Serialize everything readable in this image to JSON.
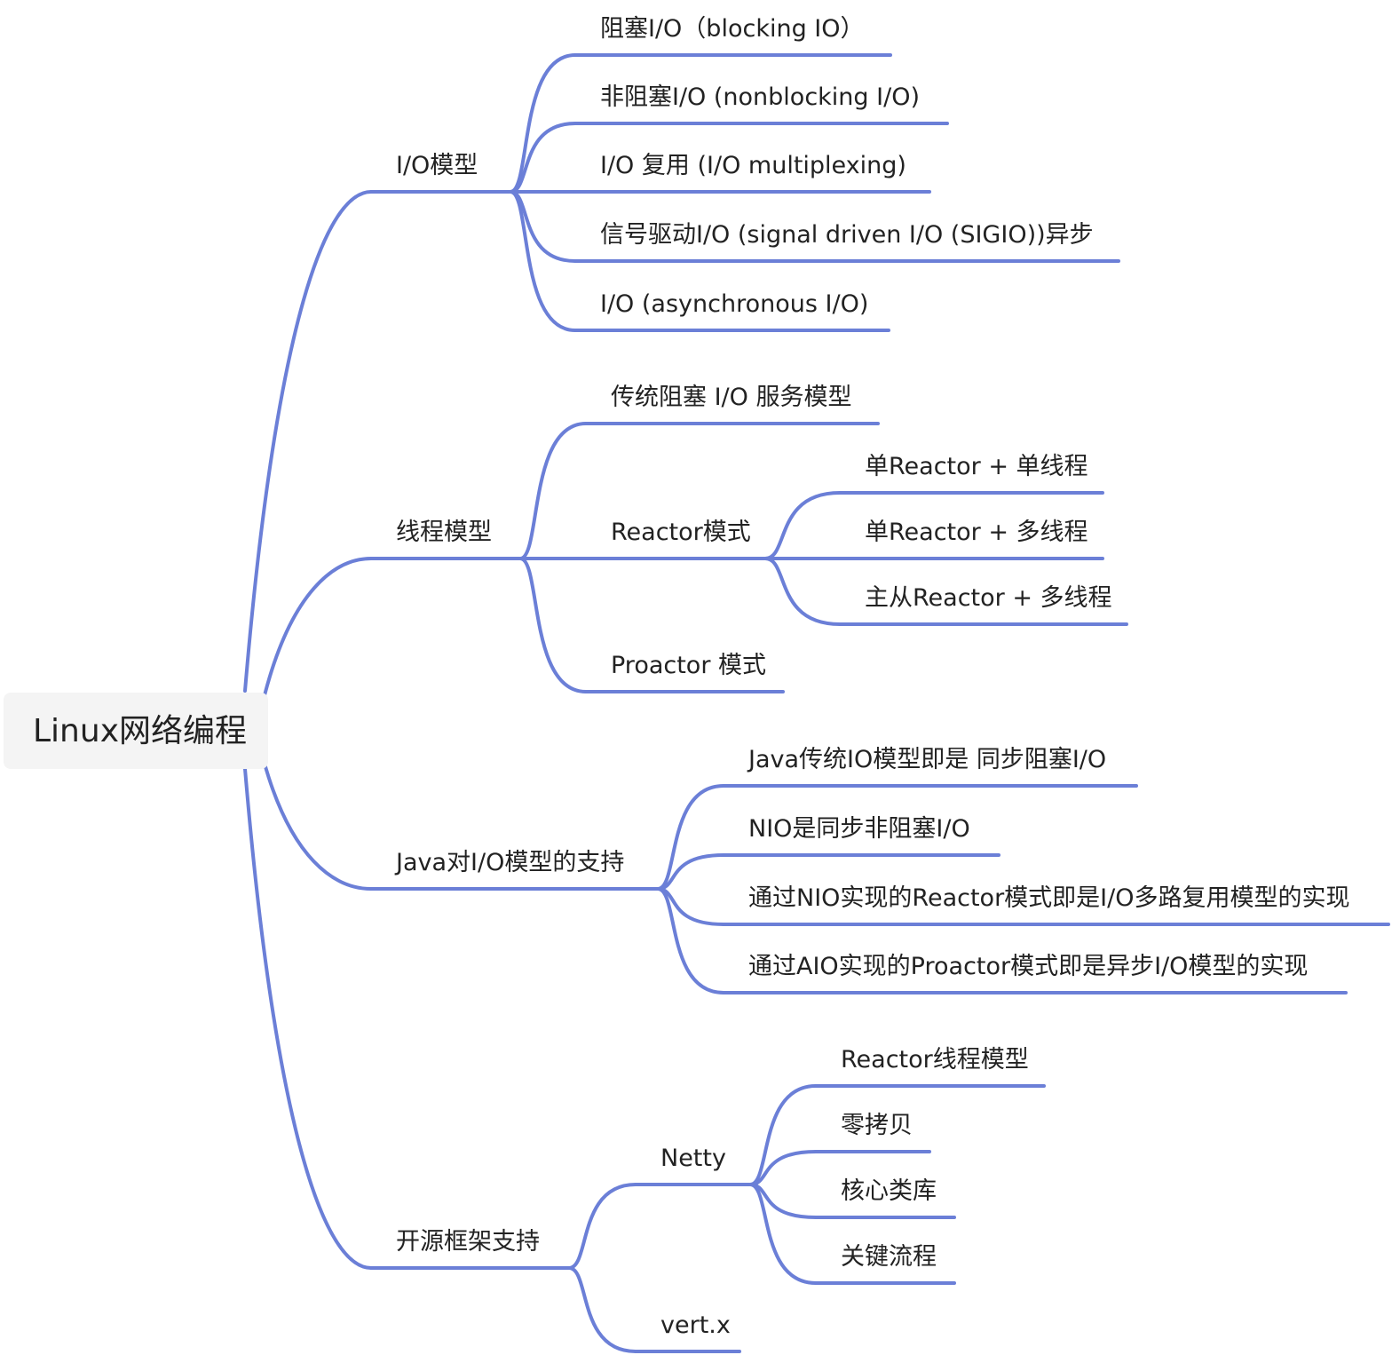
{
  "line_color": "#6b7fd7",
  "root_fill": "#f4f4f4",
  "root": {
    "label": "Linux网络编程"
  },
  "topics": [
    {
      "key": "io-model",
      "label": "I/O模型",
      "children": [
        {
          "key": "blocking",
          "label": "阻塞I/O（blocking IO）"
        },
        {
          "key": "nonblocking",
          "label": "非阻塞I/O (nonblocking I/O)"
        },
        {
          "key": "multiplexing",
          "label": "I/O 复用 (I/O multiplexing)"
        },
        {
          "key": "signal-driven",
          "label": "信号驱动I/O (signal driven I/O (SIGIO))异步"
        },
        {
          "key": "async",
          "label": "I/O (asynchronous I/O)"
        }
      ]
    },
    {
      "key": "thread-model",
      "label": "线程模型",
      "children": [
        {
          "key": "traditional",
          "label": "传统阻塞 I/O 服务模型"
        },
        {
          "key": "reactor",
          "label": "Reactor模式",
          "children": [
            {
              "key": "single-single",
              "label": "单Reactor + 单线程"
            },
            {
              "key": "single-multi",
              "label": "单Reactor + 多线程"
            },
            {
              "key": "master-slave",
              "label": "主从Reactor + 多线程"
            }
          ]
        },
        {
          "key": "proactor",
          "label": "Proactor 模式"
        }
      ]
    },
    {
      "key": "java-support",
      "label": "Java对I/O模型的支持",
      "children": [
        {
          "key": "java-bio",
          "label": "Java传统IO模型即是 同步阻塞I/O"
        },
        {
          "key": "java-nio",
          "label": "NIO是同步非阻塞I/O"
        },
        {
          "key": "nio-reactor",
          "label": "通过NIO实现的Reactor模式即是I/O多路复用模型的实现"
        },
        {
          "key": "aio-proactor",
          "label": "通过AIO实现的Proactor模式即是异步I/O模型的实现"
        }
      ]
    },
    {
      "key": "frameworks",
      "label": "开源框架支持",
      "children": [
        {
          "key": "netty",
          "label": "Netty",
          "children": [
            {
              "key": "netty-reactor",
              "label": "Reactor线程模型"
            },
            {
              "key": "zero-copy",
              "label": "零拷贝"
            },
            {
              "key": "core-lib",
              "label": "核心类库"
            },
            {
              "key": "key-flow",
              "label": "关键流程"
            }
          ]
        },
        {
          "key": "vertx",
          "label": "vert.x"
        }
      ]
    }
  ]
}
